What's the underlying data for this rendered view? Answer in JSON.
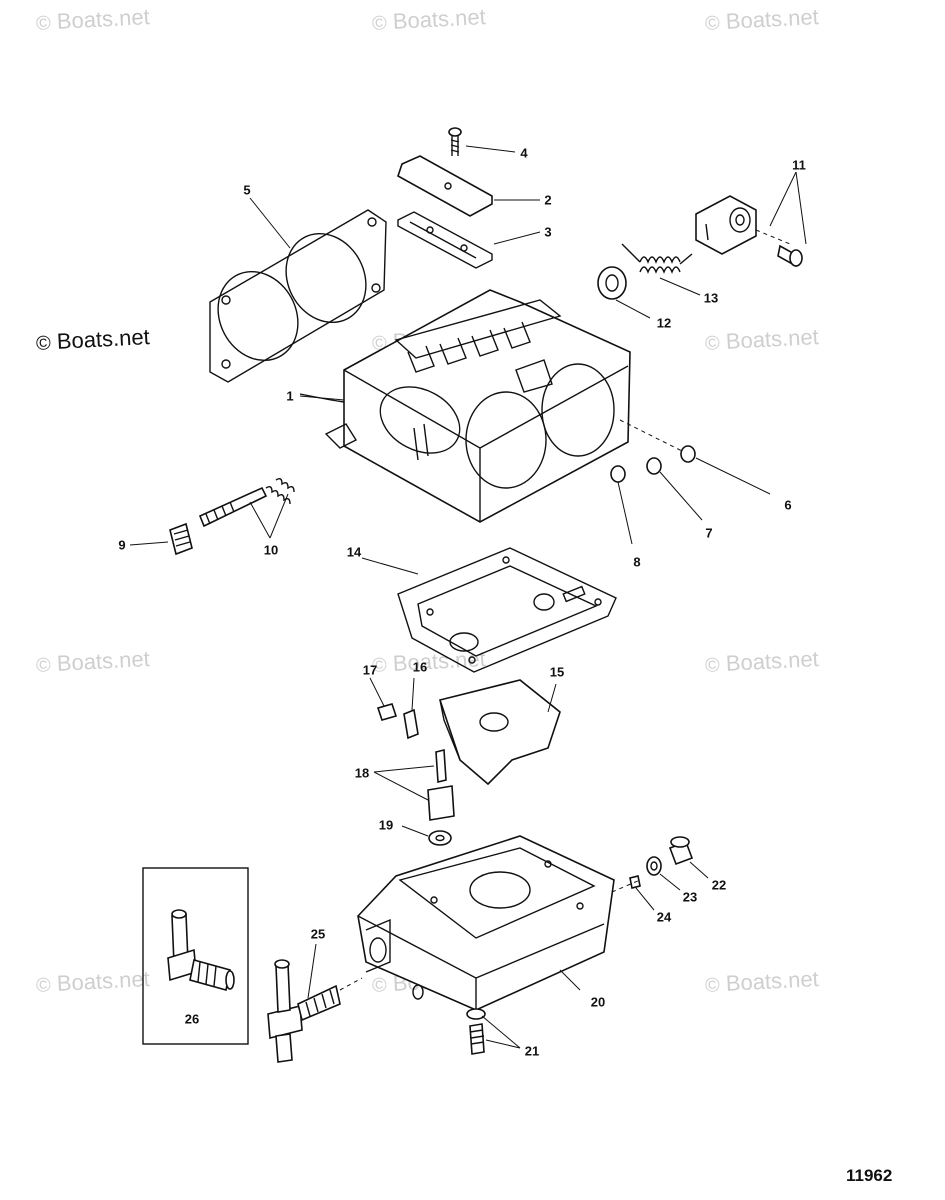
{
  "watermark": {
    "symbol": "©",
    "text": "Boats.net"
  },
  "figure_number": "11962",
  "callouts": {
    "c1": "1",
    "c2": "2",
    "c3": "3",
    "c4": "4",
    "c5": "5",
    "c6": "6",
    "c7": "7",
    "c8": "8",
    "c9": "9",
    "c10": "10",
    "c11": "11",
    "c12": "12",
    "c13": "13",
    "c14": "14",
    "c15": "15",
    "c16": "16",
    "c17": "17",
    "c18": "18",
    "c19": "19",
    "c20": "20",
    "c21": "21",
    "c22": "22",
    "c23": "23",
    "c24": "24",
    "c25": "25",
    "c26": "26"
  }
}
